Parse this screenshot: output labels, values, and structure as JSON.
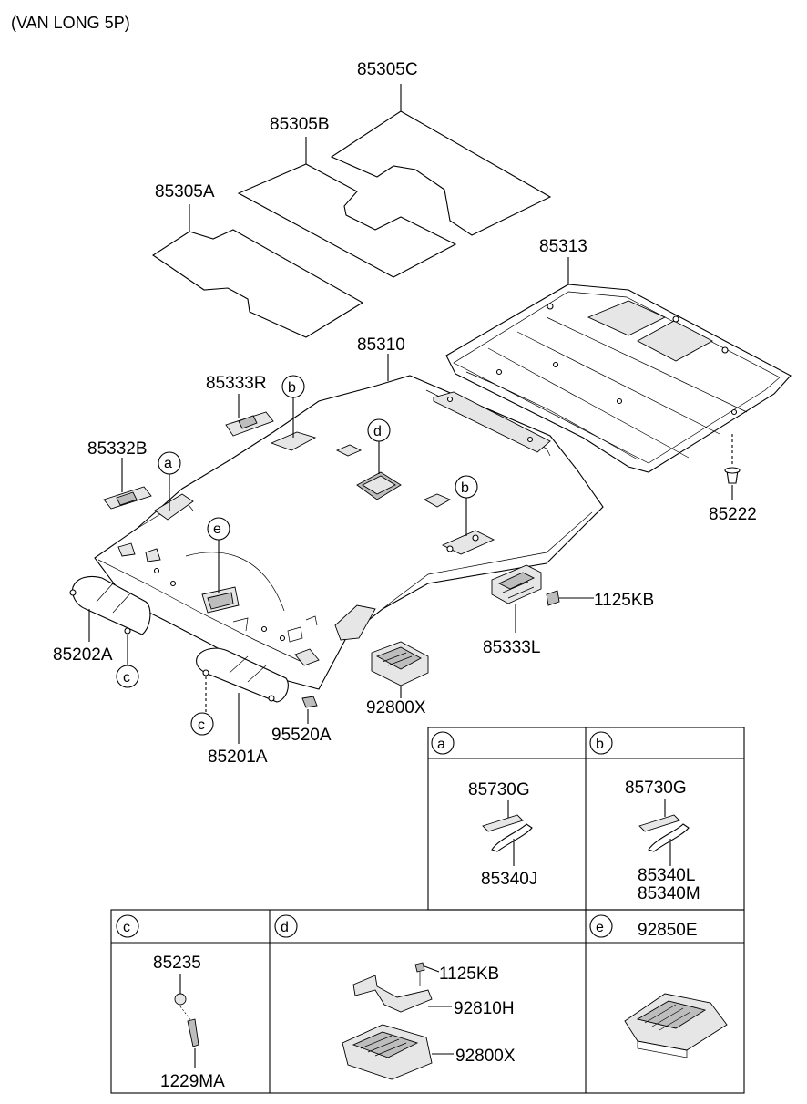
{
  "header": {
    "title": "(VAN LONG 5P)"
  },
  "labels": {
    "p85305C": "85305C",
    "p85305B": "85305B",
    "p85305A": "85305A",
    "p85313": "85313",
    "p85310": "85310",
    "p85333R": "85333R",
    "p85332B": "85332B",
    "p85222": "85222",
    "p85202A": "85202A",
    "p85201A": "85201A",
    "p95520A": "95520A",
    "p92800X": "92800X",
    "p85333L": "85333L",
    "p1125KB": "1125KB"
  },
  "callouts": {
    "a": "a",
    "b": "b",
    "c": "c",
    "d": "d",
    "e": "e"
  },
  "detail_table": {
    "a": {
      "letter": "a",
      "top": "85730G",
      "bottom": "85340J"
    },
    "b": {
      "letter": "b",
      "top": "85730G",
      "bottom1": "85340L",
      "bottom2": "85340M"
    },
    "c": {
      "letter": "c",
      "top": "85235",
      "bottom": "1229MA"
    },
    "d": {
      "letter": "d",
      "part1": "1125KB",
      "part2": "92810H",
      "part3": "92800X"
    },
    "e": {
      "letter": "e",
      "title": "92850E"
    }
  }
}
